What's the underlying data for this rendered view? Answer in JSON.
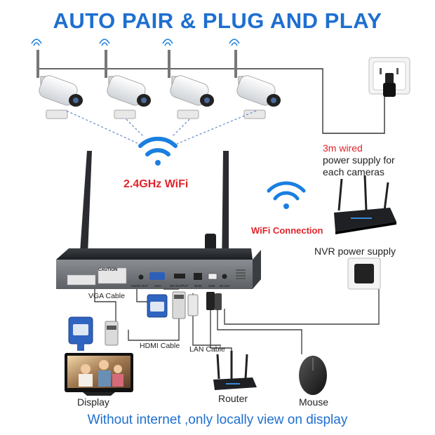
{
  "title": "AUTO PAIR & PLUG AND PLAY",
  "footer": "Without internet ,only locally view on display",
  "labels": {
    "wifi_24": "2.4GHz WiFi",
    "wired_power_l1": "3m wired",
    "wired_power_l2": "power supply for",
    "wired_power_l3": "each cameras",
    "wifi_connection": "WiFi Connection",
    "nvr_power": "NVR power supply",
    "vga_cable": "VGA Cable",
    "hdmi_cable": "HDMI Cable",
    "lan_cable": "LAN Cable",
    "display": "Display",
    "router": "Router",
    "mouse": "Mouse"
  },
  "nvr_ports": {
    "audio_out": "AUDIO OUT",
    "vga": "VGA",
    "hd_output": "HD OUTPUT",
    "wan": "WAN",
    "usb": "USB",
    "dc12v": "DC12V",
    "caution": "CAUTION"
  },
  "colors": {
    "title_blue": "#1e6fd0",
    "wifi_blue": "#1a7fe0",
    "accent_red": "#e0242a",
    "cable_gray": "#444444",
    "dash_blue": "#6c8fd0"
  }
}
